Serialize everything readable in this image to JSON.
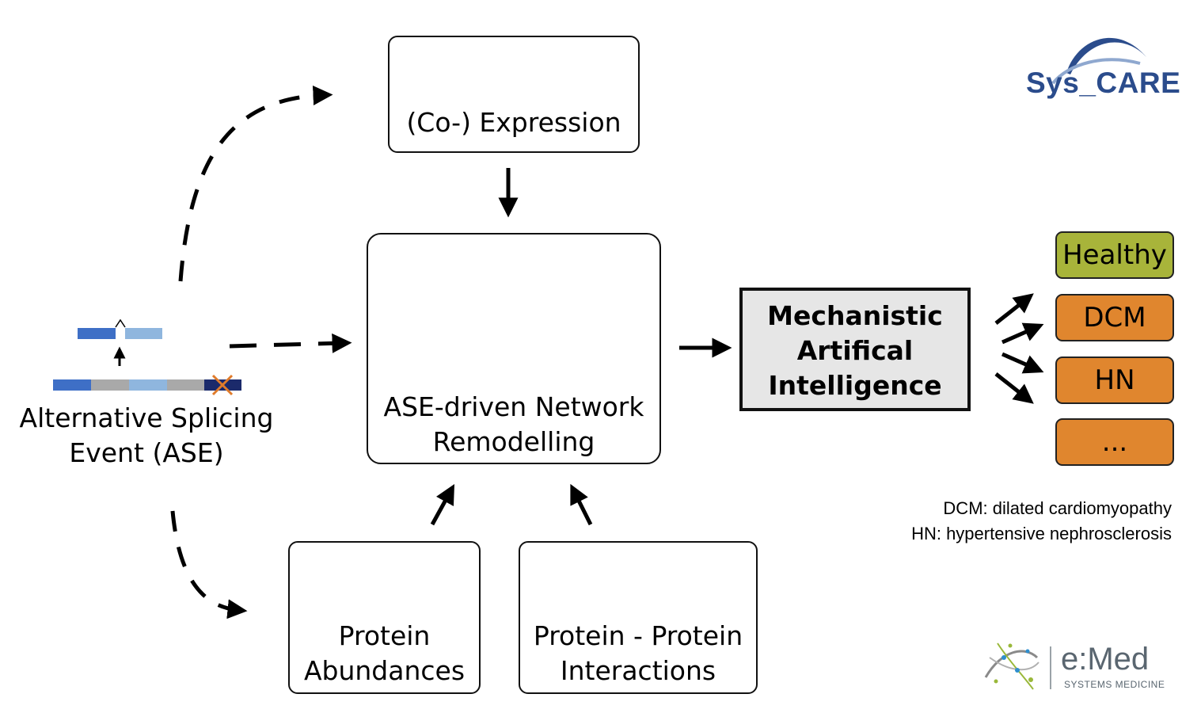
{
  "branding": {
    "syscare_logo": "Sys_CARE",
    "emed_logo": "e:Med",
    "emed_subtitle": "SYSTEMS MEDICINE"
  },
  "ase": {
    "label_line1": "Alternative Splicing",
    "label_line2": "Event (ASE)"
  },
  "expression": {
    "label": "(Co-) Expression"
  },
  "network": {
    "label_line1": "ASE-driven Network",
    "label_line2": "Remodelling"
  },
  "abundances": {
    "label_line1": "Protein",
    "label_line2": "Abundances"
  },
  "ppi": {
    "label_line1": "Protein - Protein",
    "label_line2": "Interactions"
  },
  "mai": {
    "line1": "Mechanistic",
    "line2": "Artifical",
    "line3": "Intelligence"
  },
  "outcomes": [
    {
      "label": "Healthy",
      "color": "#a8b43a"
    },
    {
      "label": "DCM",
      "color": "#e0862e"
    },
    {
      "label": "HN",
      "color": "#e0862e"
    },
    {
      "label": "...",
      "color": "#e0862e"
    }
  ],
  "legend": {
    "line1": "DCM: dilated cardiomyopathy",
    "line2": "HN: hypertensive nephrosclerosis"
  },
  "colors": {
    "exon_blue": "#3e6fc6",
    "exon_light": "#8fb6de",
    "exon_dark": "#1b2a6b",
    "intron_gray": "#a9a9a9",
    "knockout_orange": "#e07b2a",
    "mai_fill": "#e6e6e6",
    "syscare_blue": "#2b4c8c"
  }
}
